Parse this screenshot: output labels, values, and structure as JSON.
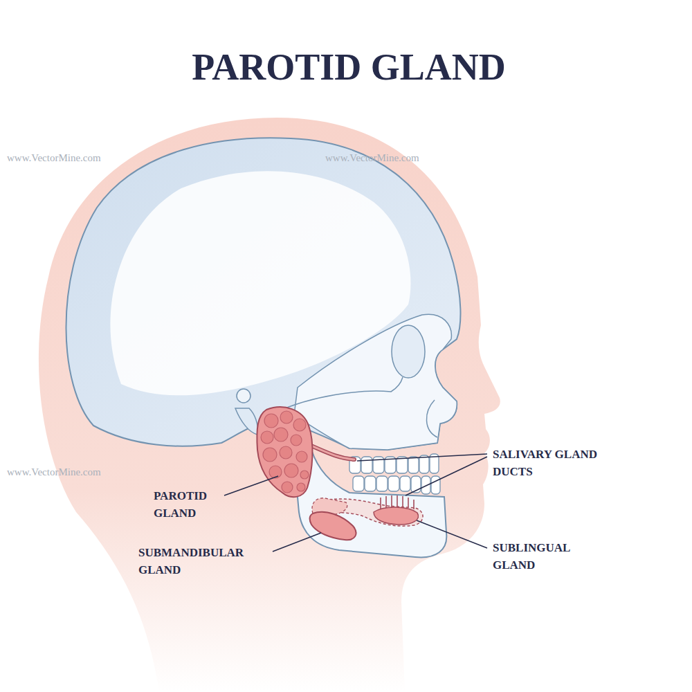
{
  "diagram": {
    "title": "PAROTID GLAND",
    "labels": [
      "PAROTID GLAND",
      "SUBMANDIBULAR GLAND",
      "SALIVARY GLAND DUCTS",
      "SUBLINGUAL GLAND",
      "www.VectorMine.com",
      "www.VectorMine.com",
      "www.VectorMine.com"
    ]
  }
}
